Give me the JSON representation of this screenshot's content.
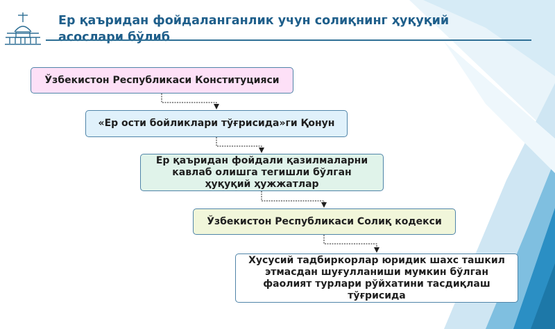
{
  "title": "Ер қаъридан фойдаланганлик учун солиқнинг ҳуқуқий асослари бўлиб",
  "boxes": [
    "Ўзбекистон Республикаси Конституцияси",
    "«Ер ости бойликлари тўғрисида»ги Қонун",
    "Ер қаъридан фойдали қазилмаларни кавлаб олишга тегишли бўлган ҳуқуқий ҳужжатлар",
    "Ўзбекистон Республикаси Солиқ кодекси",
    "Хусусий тадбиркорлар юридик шахс ташкил этмасдан шуғулланиши мумкин бўлган фаолият турлари рўйхатини тасдиқлаш тўғрисида"
  ],
  "colors": {
    "title": "#1f5f8b",
    "box_border": "#4f84a8",
    "box1_fill": "#fde0f7",
    "box2_fill": "#e0f1fb",
    "box3_fill": "#e0f3ea",
    "box4_fill": "#f1f6da",
    "box5_fill": "#ffffff",
    "background_accent": "#2b8fc4"
  },
  "icons": {
    "logo": "government-building-icon"
  }
}
